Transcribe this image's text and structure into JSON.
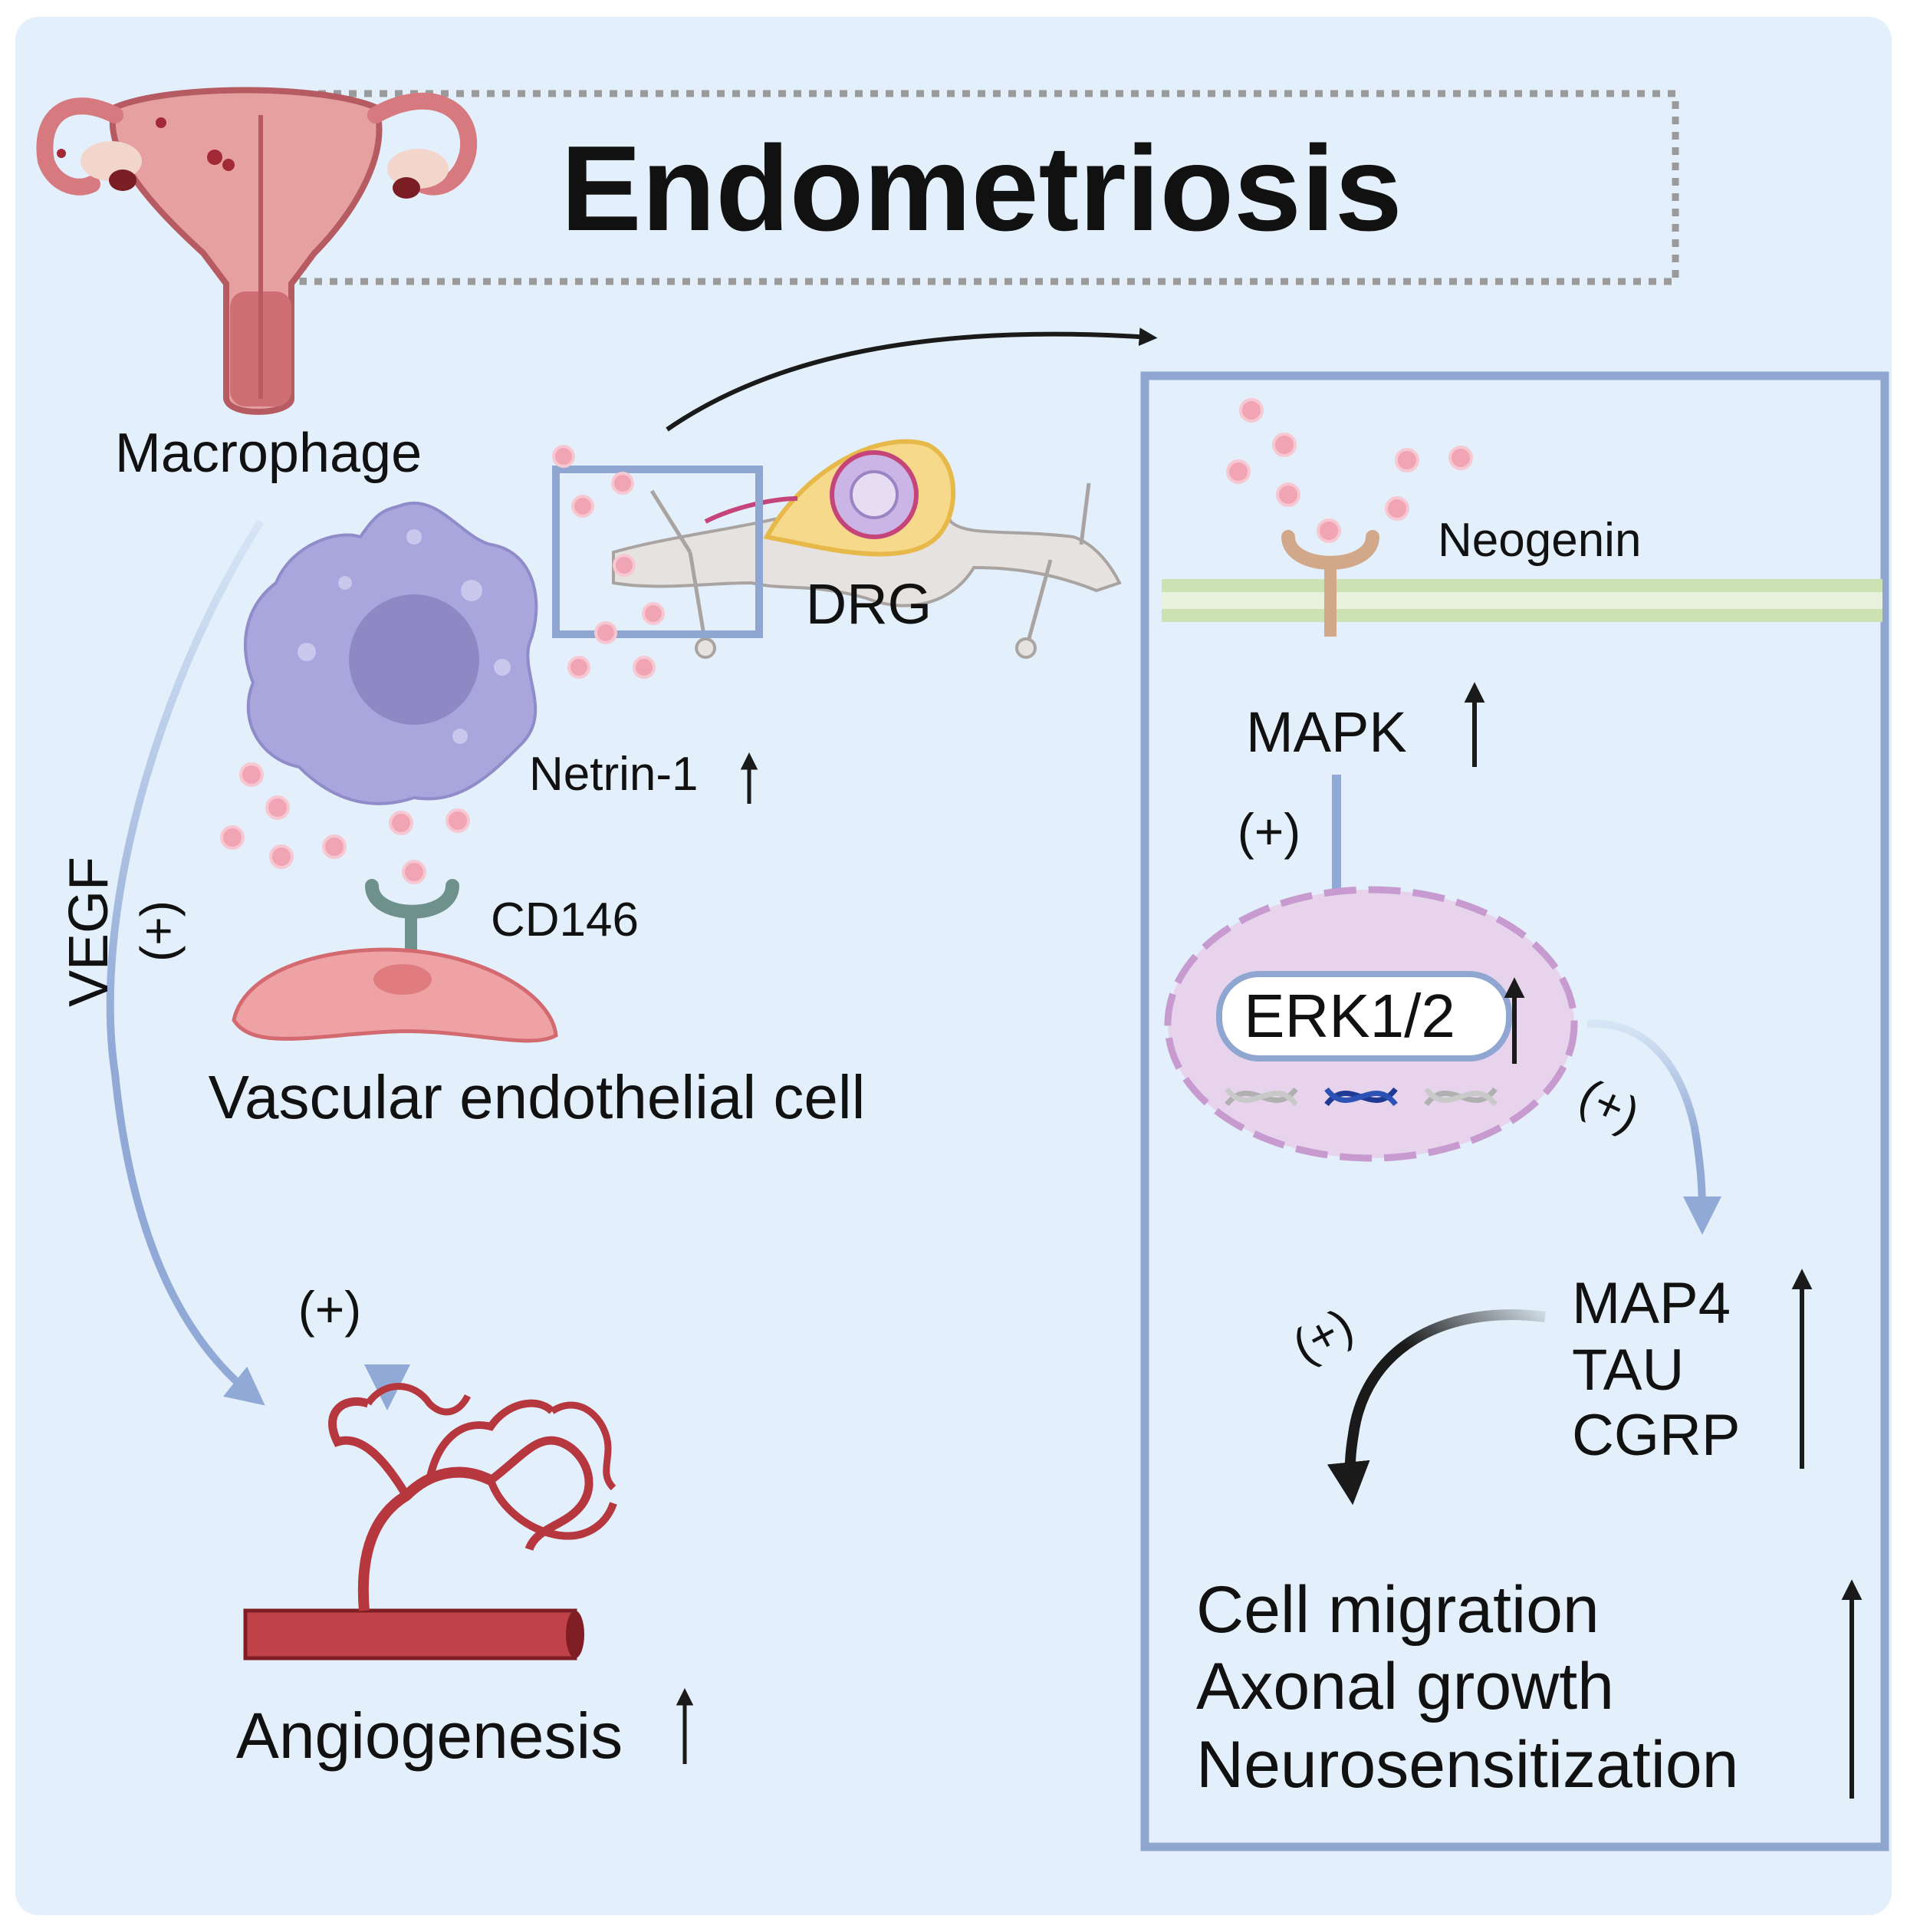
{
  "title": "Endometriosis",
  "labels": {
    "macrophage": "Macrophage",
    "drg": "DRG",
    "netrin": "Netrin-1",
    "cd146": "CD146",
    "vascular_cell": "Vascular endothelial cell",
    "vegf": "VEGF",
    "angiogenesis": "Angiogenesis",
    "neogenin": "Neogenin",
    "mapk": "MAPK",
    "erk": "ERK1/2",
    "map4": "MAP4",
    "tau": "TAU",
    "cgrp": "CGRP",
    "cell_migration": "Cell migration",
    "axonal_growth": "Axonal growth",
    "neurosensitization": "Neurosensitization",
    "plus": "(+)"
  },
  "colors": {
    "background": "#e3f0fb",
    "panel_border": "#8fa6d1",
    "arrow_blue": "#91a9d6",
    "arrow_black": "#1a1a1a",
    "ligand_pink": "#f0a4b4",
    "macrophage": "#a8a6dd",
    "endothelial": "#eea2a4",
    "vessel": "#b8383f",
    "nucleus": "#e7d4ec",
    "membrane": "#cde2b2",
    "receptor_neogenin": "#d1a98a",
    "receptor_cd146": "#6f918c"
  },
  "icons": [
    "uterus-icon",
    "macrophage-icon",
    "drg-neuron-icon",
    "endothelial-cell-icon",
    "blood-vessel-icon",
    "dna-icon",
    "receptor-icon"
  ]
}
